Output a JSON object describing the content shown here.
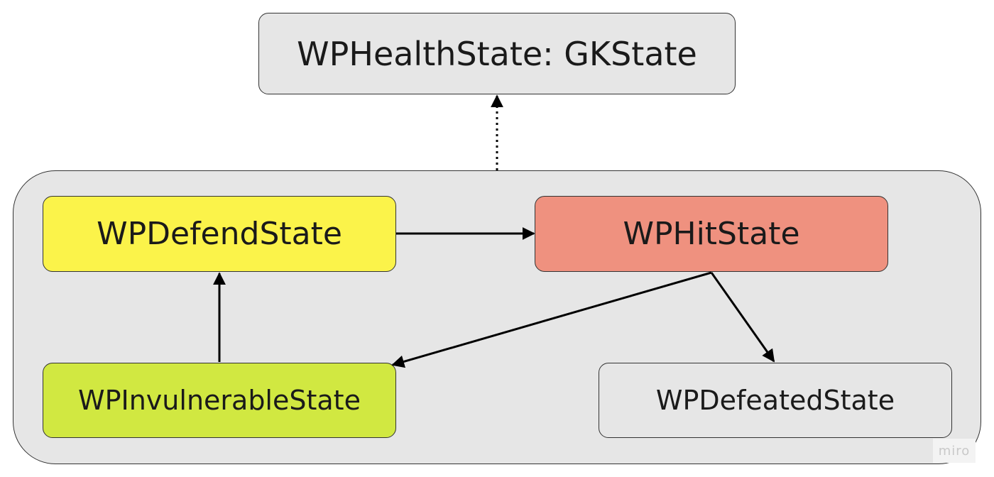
{
  "diagram": {
    "parent": {
      "label": "WPHealthState: GKState",
      "color": "#e6e6e6"
    },
    "group": {
      "color": "#e6e6e6"
    },
    "states": [
      {
        "id": "defend",
        "label": "WPDefendState",
        "color": "#fbf34a"
      },
      {
        "id": "hit",
        "label": "WPHitState",
        "color": "#ef917f"
      },
      {
        "id": "invulnerable",
        "label": "WPInvulnerableState",
        "color": "#d1e841"
      },
      {
        "id": "defeated",
        "label": "WPDefeatedState",
        "color": "#e6e6e6"
      }
    ],
    "edges": [
      {
        "from": "group",
        "to": "parent",
        "style": "dotted",
        "relation": "inherits"
      },
      {
        "from": "defend",
        "to": "hit",
        "style": "solid"
      },
      {
        "from": "hit",
        "to": "invulnerable",
        "style": "solid"
      },
      {
        "from": "hit",
        "to": "defeated",
        "style": "solid"
      },
      {
        "from": "invulnerable",
        "to": "defend",
        "style": "solid"
      }
    ]
  },
  "watermark": {
    "text": "miro"
  }
}
